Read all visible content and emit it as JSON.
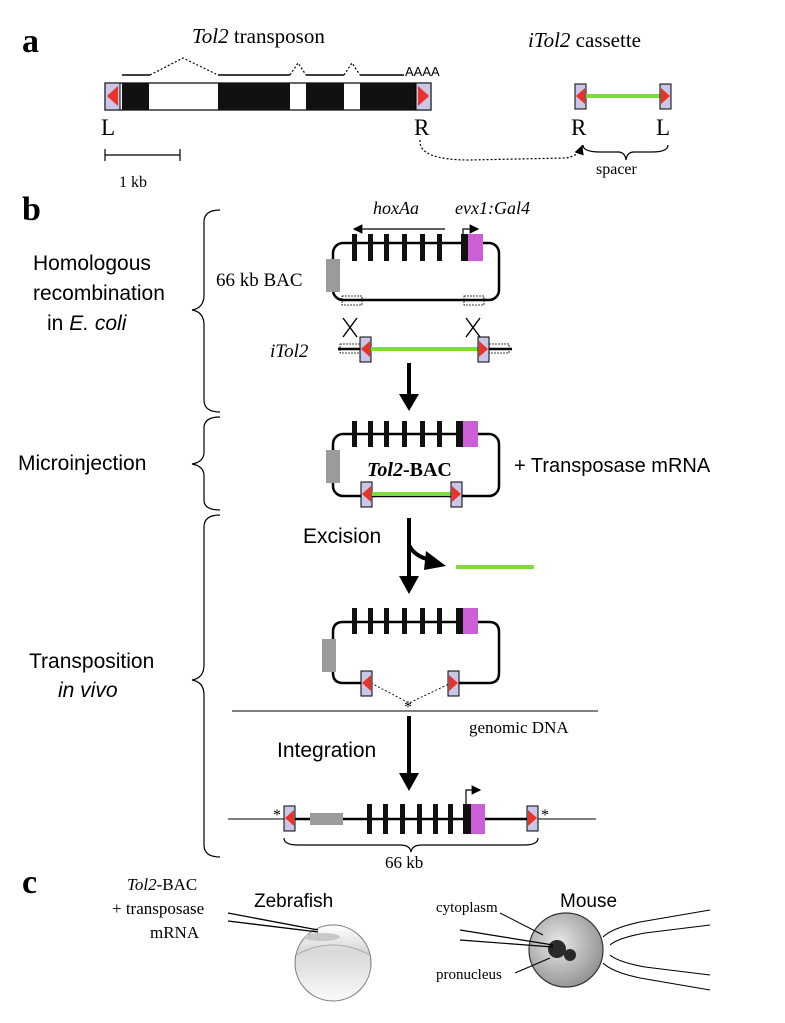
{
  "panels": {
    "a": "a",
    "b": "b",
    "c": "c"
  },
  "panel_a": {
    "tol2_title_italic": "Tol2",
    "tol2_title_rest": " transposon",
    "itol2_title_italic": "iTol2",
    "itol2_title_rest": " cassette",
    "polyA": "AAAA",
    "left_end": "L",
    "right_end": "R",
    "cassette_right": "R",
    "cassette_left": "L",
    "spacer": "spacer",
    "scale": "1 kb"
  },
  "panel_b": {
    "step_homologous_1": "Homologous",
    "step_homologous_2": "recombination",
    "step_homologous_3a": "in ",
    "step_homologous_3b": "E. coli",
    "step_microinjection": "Microinjection",
    "step_transposition_1": "Transposition",
    "step_transposition_2": "in vivo",
    "hoxAa": "hoxAa",
    "evx1": "evx1:Gal4",
    "bac_label": "66 kb BAC",
    "itol2": "iTol2",
    "tol2bac_italic": "Tol2",
    "tol2bac_rest": "-BAC",
    "transposase": "+  Transposase mRNA",
    "excision": "Excision",
    "genomic": "genomic DNA",
    "integration": "Integration",
    "size": "66 kb",
    "asterisk": "*"
  },
  "panel_c": {
    "tol2bac_italic": "Tol2",
    "tol2bac_rest": "-BAC",
    "plus_transposase": "+ transposase",
    "mrna": "mRNA",
    "zebrafish": "Zebrafish",
    "mouse": "Mouse",
    "cytoplasm": "cytoplasm",
    "pronucleus": "pronucleus"
  },
  "colors": {
    "spacer_green": "#7ddc3c",
    "terminal_red": "#e8322a",
    "terminal_box": "#c9c6e6",
    "evx_magenta": "#cc5fd6",
    "bac_gray": "#9b9b9b"
  }
}
